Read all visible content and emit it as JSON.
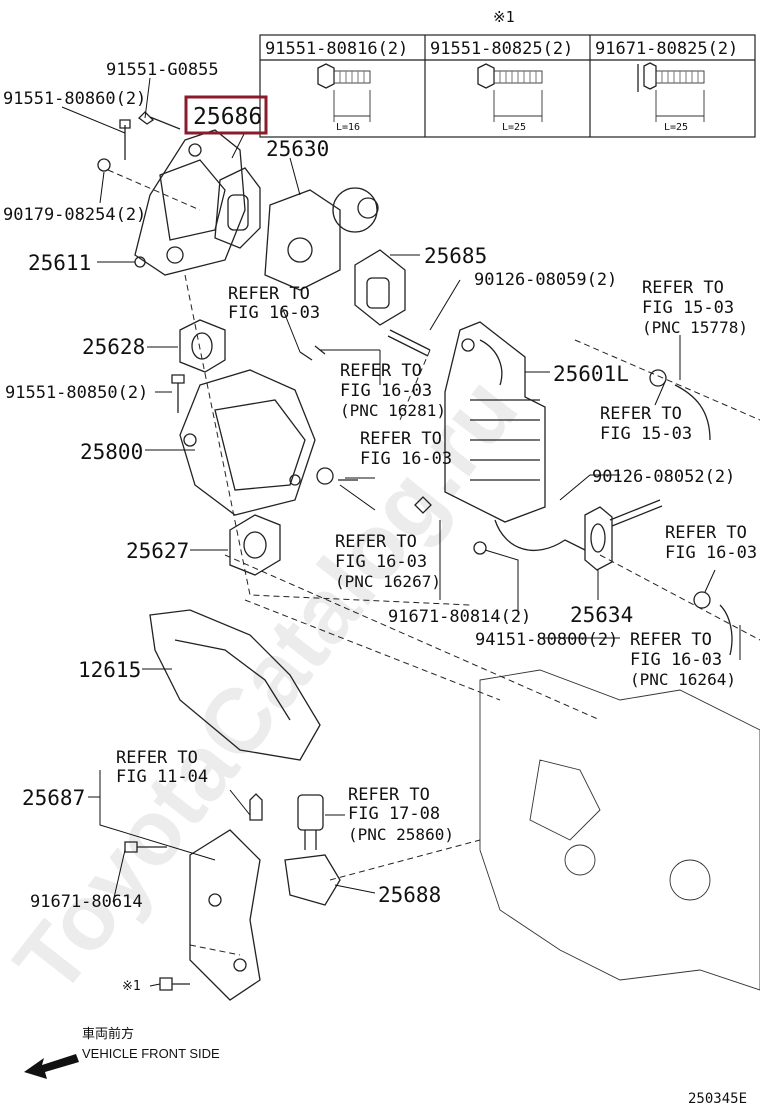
{
  "legend": {
    "marker": "※1",
    "bolts": [
      {
        "part": "91551-80816(2)",
        "length": "L=16"
      },
      {
        "part": "91551-80825(2)",
        "length": "L=25"
      },
      {
        "part": "91671-80825(2)",
        "length": "L=25"
      }
    ]
  },
  "labels": {
    "p91551_G0855": "91551-G0855",
    "p91551_80860": "91551-80860(2)",
    "p25686": "25686",
    "p25630": "25630",
    "p90179_08254": "90179-08254(2)",
    "p25611": "25611",
    "p25685": "25685",
    "p90126_08059": "90126-08059(2)",
    "p25628": "25628",
    "p91551_80850": "91551-80850(2)",
    "p25601L": "25601L",
    "p25800": "25800",
    "p90126_08052": "90126-08052(2)",
    "p25627": "25627",
    "p91671_80814": "91671-80814(2)",
    "p25634": "25634",
    "p94151_80800": "94151-80800(2)",
    "p12615": "12615",
    "p25687": "25687",
    "p91671_80614": "91671-80614",
    "p25688": "25688",
    "star1_bolt": "※1"
  },
  "refs": {
    "r1": {
      "l1": "REFER TO",
      "l2": "FIG 16-03",
      "l3": ""
    },
    "r2": {
      "l1": "REFER TO",
      "l2": "FIG 15-03",
      "l3": "(PNC 15778)"
    },
    "r3": {
      "l1": "REFER TO",
      "l2": "FIG 16-03",
      "l3": "(PNC 16281)"
    },
    "r4": {
      "l1": "REFER TO",
      "l2": "FIG 15-03",
      "l3": ""
    },
    "r5": {
      "l1": "REFER TO",
      "l2": "FIG 16-03",
      "l3": ""
    },
    "r6": {
      "l1": "REFER TO",
      "l2": "FIG 16-03",
      "l3": ""
    },
    "r7": {
      "l1": "REFER TO",
      "l2": "FIG 16-03",
      "l3": "(PNC 16267)"
    },
    "r8": {
      "l1": "REFER TO",
      "l2": "FIG 16-03",
      "l3": "(PNC 16264)"
    },
    "r9": {
      "l1": "REFER TO",
      "l2": "FIG 11-04",
      "l3": ""
    },
    "r10": {
      "l1": "REFER TO",
      "l2": "FIG 17-08",
      "l3": "(PNC 25860)"
    }
  },
  "direction": {
    "jp": "車両前方",
    "en": "VEHICLE FRONT SIDE"
  },
  "figure_code": "250345E",
  "watermark": "ToyotaCatalog.ru",
  "highlight_color": "#8b1a2b"
}
